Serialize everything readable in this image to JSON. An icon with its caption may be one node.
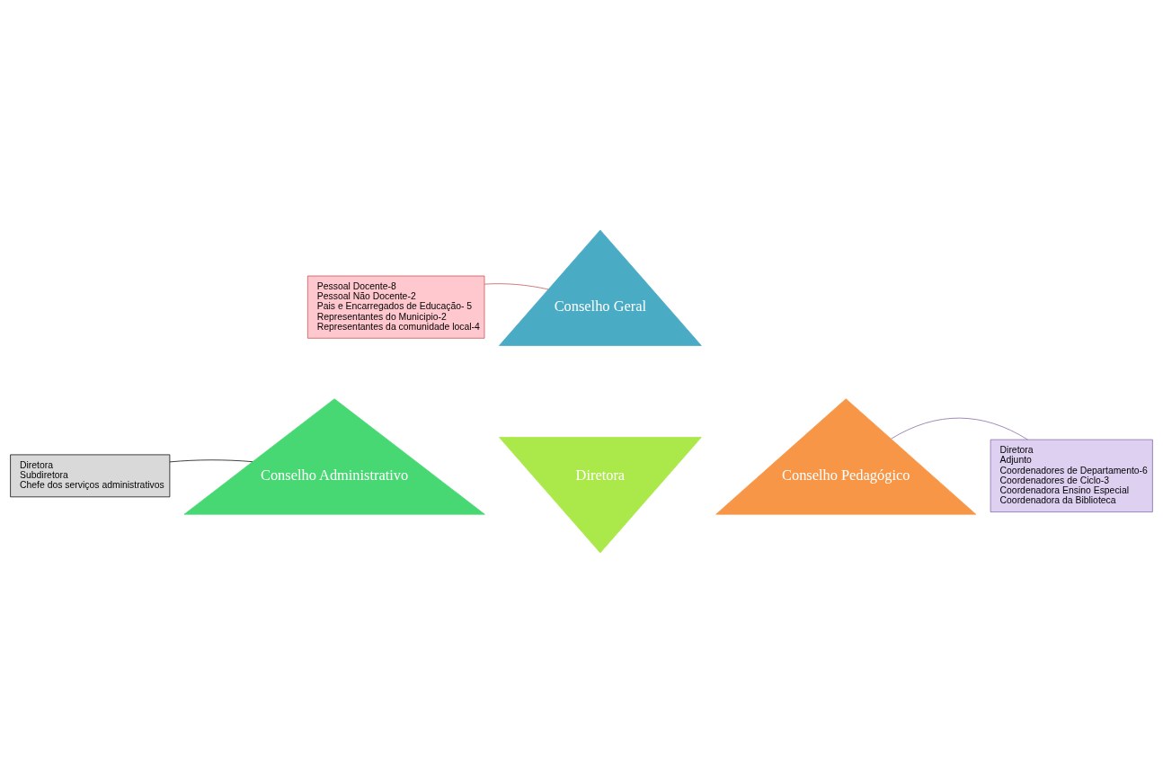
{
  "diagram": {
    "nodes": [
      {
        "text": [
          "Conselho Geral"
        ]
      },
      {
        "text": [
          "Diretora"
        ]
      },
      {
        "text": [
          "Conselho Administrativo"
        ]
      },
      {
        "text": [
          "Conselho Pedagógico"
        ]
      },
      {
        "text": [
          "Pessoal Docente-8",
          "Pessoal Não Docente-2",
          "Pais e Encarregados de Educação- 5",
          "Representantes do Municipio-2",
          "Representantes da comunidade local-4"
        ]
      },
      {
        "text": [
          "Diretora",
          "Adjunto",
          "Coordenadores de Departamento-6",
          "Coordenadores de Ciclo-3",
          "Coordenadora Ensino Especial",
          "Coordenadora da Biblioteca"
        ]
      },
      {
        "text": [
          "Diretora",
          "Subdiretora",
          "Chefe dos serviços administrativos"
        ]
      }
    ],
    "edges": [
      {
        "from": 4,
        "to": 0,
        "arrow": "none",
        "color": "#c0504d"
      },
      {
        "from": 5,
        "to": 3,
        "arrow": "none",
        "color": "#8064a2"
      },
      {
        "from": 6,
        "to": 2,
        "arrow": "none",
        "color": "#000000"
      }
    ]
  }
}
